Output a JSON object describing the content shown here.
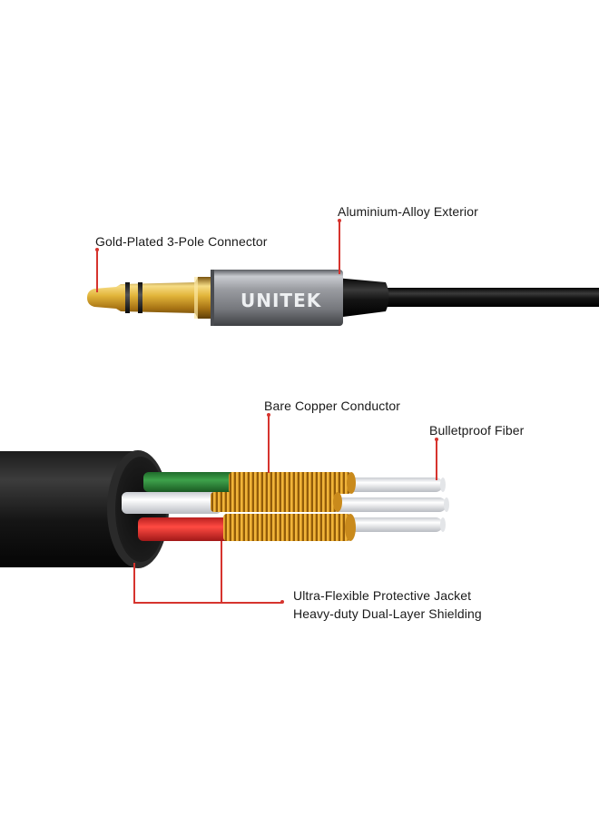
{
  "connector": {
    "brand_logo": "UNITEK",
    "labels": {
      "gold_plated": "Gold-Plated 3-Pole Connector",
      "alloy_exterior": "Aluminium-Alloy Exterior"
    }
  },
  "cable": {
    "labels": {
      "copper": "Bare Copper Conductor",
      "fiber": "Bulletproof Fiber",
      "jacket": "Ultra-Flexible Protective Jacket",
      "shielding": "Heavy-duty Dual-Layer Shielding"
    }
  },
  "colors": {
    "accent_line": "#d6342e",
    "gold": "#e2b53a",
    "aluminium": "#8f9196",
    "cable_black": "#141414",
    "wire_green": "#2e8b3a",
    "wire_red": "#e8312f",
    "copper": "#c8891c",
    "fiber_white": "#f4f5f7"
  },
  "icons": [
    "audio-jack-icon",
    "cable-cross-section-icon"
  ]
}
